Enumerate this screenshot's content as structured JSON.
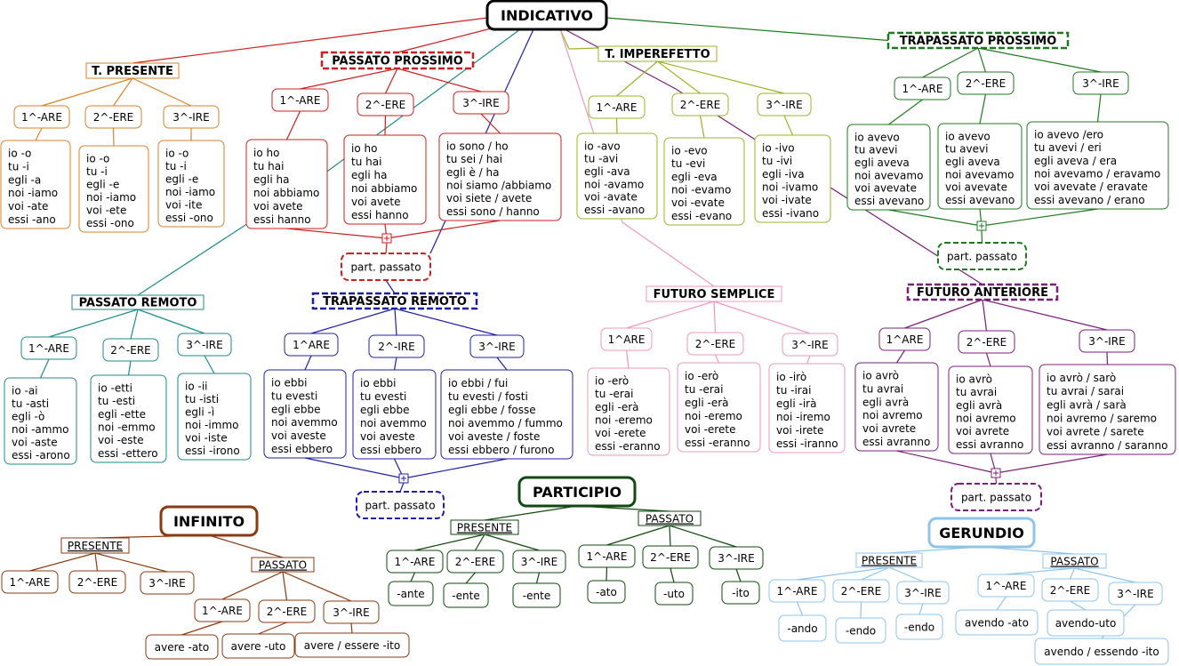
{
  "colors": {
    "black": "#000000",
    "red": "#cc1f1f",
    "orange": "#d9822b",
    "teal": "#1f8a8a",
    "navy": "#1f1fa6",
    "olive": "#99b526",
    "pink": "#ee99bb",
    "green": "#1e7a1e",
    "purple": "#7a1f7a",
    "dkgreen": "#0f4a0f",
    "brown": "#8a3a10",
    "sky": "#8ec4ea"
  },
  "texts": {
    "indicativo": "INDICATIVO",
    "t_presente": "T. PRESENTE",
    "passato_prossimo": "PASSATO PROSSIMO",
    "t_imperfetto": "T. IMPEREFETTO",
    "trapassato_prossimo": "TRAPASSATO PROSSIMO",
    "passato_remoto": "PASSATO REMOTO",
    "trapassato_remoto": "TRAPASSATO REMOTO",
    "futuro_semplice": "FUTURO SEMPLICE",
    "futuro_anteriore": "FUTURO ANTERIORE",
    "participio": "PARTICIPIO",
    "infinito": "INFINITO",
    "gerundio": "GERUNDIO",
    "presente": "PRESENTE",
    "passato": "PASSATO",
    "part_passato": "part. passato",
    "are": "1^-ARE",
    "ere": "2^-ERE",
    "ire": "3^-IRE",
    "are2": "1^ARE",
    "ire2": "2^-IRE",
    "tp_are": [
      "io   -o",
      "tu   -i",
      "egli -a",
      "noi  -iamo",
      "voi  -ate",
      "essi -ano"
    ],
    "tp_ere": [
      "io   -o",
      "tu   -i",
      "egli -e",
      "noi  -iamo",
      "voi  -ete",
      "essi -ono"
    ],
    "tp_ire": [
      "io   -o",
      "tu   -i",
      "egli -e",
      "noi  -iamo",
      "voi  -ite",
      "essi -ono"
    ],
    "pp_are": [
      "io ho",
      "tu hai",
      "egli ha",
      "noi abbiamo",
      "voi avete",
      "essi hanno"
    ],
    "pp_ere": [
      "io ho",
      "tu hai",
      "egli ha",
      "noi abbiamo",
      "voi avete",
      "essi hanno"
    ],
    "pp_ire": [
      "io sono / ho",
      "tu sei / hai",
      "egli è / ha",
      "noi siamo /abbiamo",
      "voi siete / avete",
      "essi sono / hanno"
    ],
    "im_are": [
      "io   -avo",
      "tu   -avi",
      "egli -ava",
      "noi  -avamo",
      "voi  -avate",
      "essi -avano"
    ],
    "im_ere": [
      "io   -evo",
      "tu   -evi",
      "egli -eva",
      "noi  -evamo",
      "voi  -evate",
      "essi -evano"
    ],
    "im_ire": [
      "io   -ivo",
      "tu   -ivi",
      "egli -iva",
      "noi  -ivamo",
      "voi  -ivate",
      "essi -ivano"
    ],
    "trp_are": [
      "io avevo",
      "tu avevi",
      "egli aveva",
      "noi avevamo",
      "voi avevate",
      "essi avevano"
    ],
    "trp_ere": [
      "io avevo",
      "tu avevi",
      "egli aveva",
      "noi avevamo",
      "voi avevate",
      "essi avevano"
    ],
    "trp_ire": [
      "io avevo /ero",
      "tu avevi / eri",
      "egli aveva / era",
      "noi avevamo / eravamo",
      "voi avevate / eravate",
      "essi avevano / erano"
    ],
    "pr_are": [
      "io   -ai",
      "tu   -asti",
      "egli -ò",
      "noi  -ammo",
      "voi  -aste",
      "essi -arono"
    ],
    "pr_ere": [
      "io   -etti",
      "tu   -esti",
      "egli -ette",
      "noi  -emmo",
      "voi  -este",
      "essi -ettero"
    ],
    "pr_ire": [
      "io   -ii",
      "tu   -isti",
      "egli -ì",
      "noi  -immo",
      "voi  -iste",
      "essi -irono"
    ],
    "tr_are": [
      "io ebbi",
      "tu evesti",
      "egli ebbe",
      "noi avemmo",
      "voi aveste",
      "essi ebbero"
    ],
    "tr_ire": [
      "io ebbi",
      "tu evesti",
      "egli ebbe",
      "noi avemmo",
      "voi aveste",
      "essi ebbero"
    ],
    "tr_ire3": [
      "io ebbi / fui",
      "tu evesti / fosti",
      "egli ebbe / fosse",
      "noi avemmo / fummo",
      "voi aveste / foste",
      "essi ebbero / furono"
    ],
    "fs_are": [
      "io   -erò",
      "tu   -erai",
      "egli -erà",
      "noi  -eremo",
      "voi  -erete",
      "essi -eranno"
    ],
    "fs_ere": [
      "io   -erò",
      "tu   -erai",
      "egli -erà",
      "noi  -eremo",
      "voi  -erete",
      "essi -eranno"
    ],
    "fs_ire": [
      "io   -irò",
      "tu   -irai",
      "egli -irà",
      "noi  -iremo",
      "voi  -irete",
      "essi -iranno"
    ],
    "fa_are": [
      "io avrò",
      "tu avrai",
      "egli avrà",
      "noi avremo",
      "voi avrete",
      "essi avranno"
    ],
    "fa_ere": [
      "io avrò",
      "tu avrai",
      "egli avrà",
      "noi avremo",
      "voi avrete",
      "essi avranno"
    ],
    "fa_ire": [
      "io avrò / sarò",
      "tu avrai / sarai",
      "egli avrà / sarà",
      "noi avremo / saremo",
      "voi avrete / sarete",
      "essi avranno / saranno"
    ],
    "ante": "-ante",
    "ente": "-ente",
    "ato": "-ato",
    "uto": "-uto",
    "ito": "-ito",
    "avere_ato": "avere -ato",
    "avere_uto": "avere -uto",
    "avere_essere_ito": "avere / essere -ito",
    "ando": "-ando",
    "endo": "-endo",
    "avendo_ato": "avendo -ato",
    "avendo_uto": "avendo-uto",
    "avendo_essendo_ito": "avendo / essendo -ito",
    "plus": "+"
  }
}
